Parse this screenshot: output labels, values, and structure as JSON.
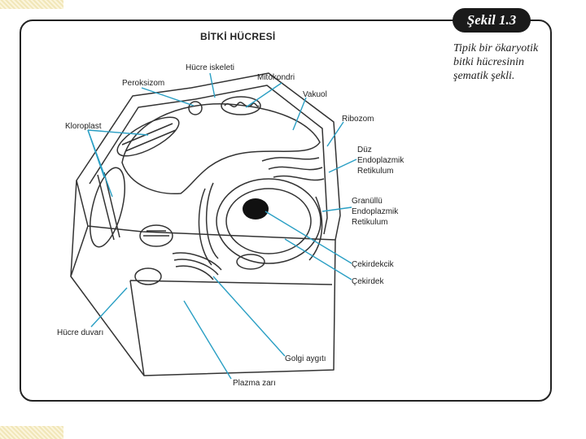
{
  "figure": {
    "badge": "Şekil 1.3",
    "title": "BİTKİ HÜCRESİ",
    "caption": [
      "Tipik bir ökaryotik",
      "bitki hücresinin",
      "şematik şekli."
    ]
  },
  "labels": {
    "hucre_iskeleti": "Hücre iskeleti",
    "mitokondri": "Mitokondri",
    "peroksizom": "Peroksizom",
    "vakuol": "Vakuol",
    "ribozom": "Ribozom",
    "kloroplast": "Kloroplast",
    "duz_er": [
      "Düz",
      "Endoplazmik",
      "Retikulum"
    ],
    "granullu_er": [
      "Granüllü",
      "Endoplazmik",
      "Retikulum"
    ],
    "cekirdekcik": "Çekirdekcik",
    "cekirdek": "Çekirdek",
    "hucre_duvari": "Hücre duvarı",
    "golgi": "Golgi aygıtı",
    "plazma_zari": "Plazma zarı"
  },
  "colors": {
    "leader": "#2a9fc4",
    "ink": "#222222",
    "accent": "#f1e6b8"
  }
}
